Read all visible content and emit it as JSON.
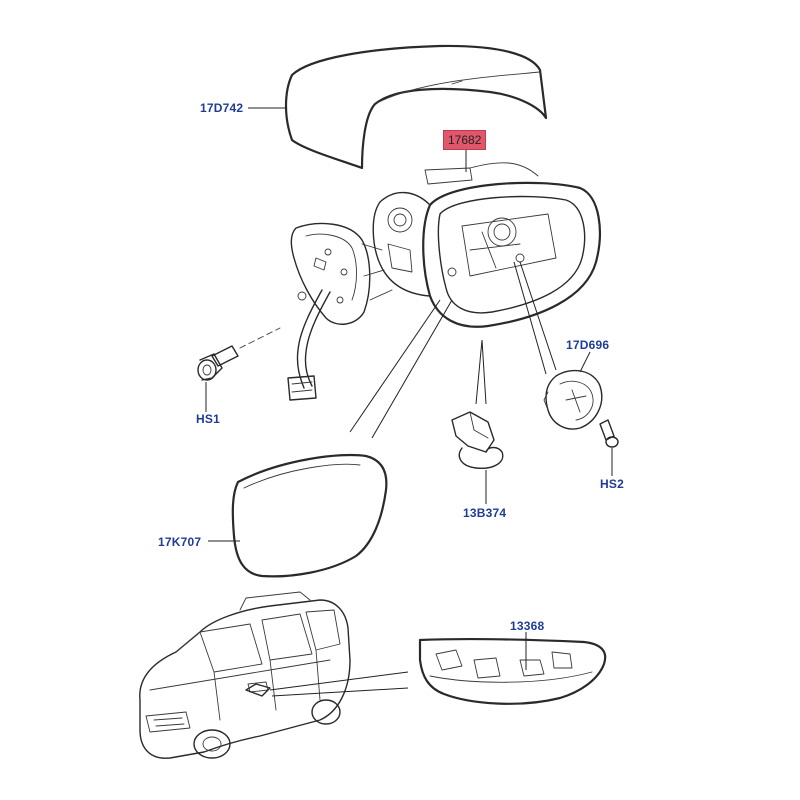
{
  "labels": {
    "mirror_cover": "17D742",
    "mirror_assembly": "17682",
    "actuator": "17D696",
    "screw_hs1": "HS1",
    "screw_hs2": "HS2",
    "puddle_lamp": "13B374",
    "mirror_glass": "17K707",
    "side_repeater": "13368"
  },
  "colors": {
    "label_text": "#1f3c99",
    "highlight_fill": "#e0566a",
    "line_art": "#2a2a2a"
  }
}
